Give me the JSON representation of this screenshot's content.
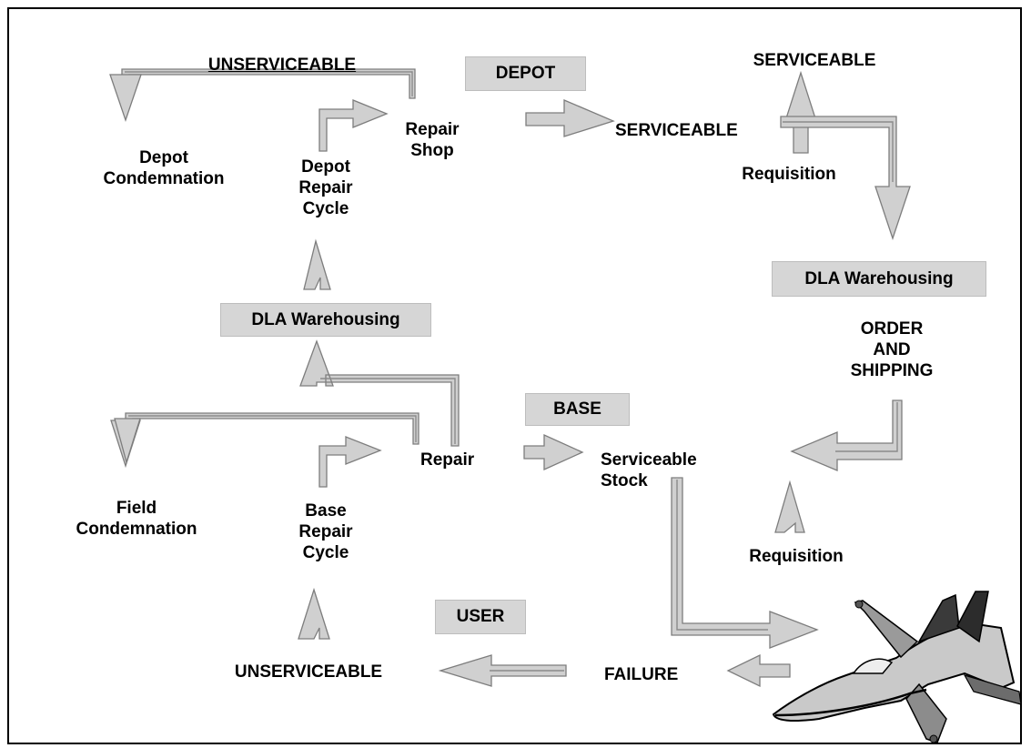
{
  "colors": {
    "arrow_fill": "#d0d0d0",
    "arrow_stroke": "#7d7d7d",
    "box_fill": "#d6d6d6",
    "ink": "#000000"
  },
  "levels": {
    "depot": "DEPOT",
    "base": "BASE",
    "user": "USER"
  },
  "depot": {
    "unserviceable_top": "UNSERVICEABLE",
    "repair_shop": "Repair\nShop",
    "serviceable_mid": "SERVICEABLE",
    "serviceable_top": "SERVICEABLE",
    "requisition": "Requisition",
    "condemnation": "Depot\nCondemnation",
    "repair_cycle": "Depot\nRepair\nCycle"
  },
  "warehousing": {
    "left": "DLA Warehousing",
    "right": "DLA Warehousing",
    "order_shipping": "ORDER\nAND\nSHIPPING"
  },
  "base": {
    "repair": "Repair",
    "serviceable_stock": "Serviceable\nStock",
    "field_condemnation": "Field\nCondemnation",
    "repair_cycle": "Base\nRepair\nCycle",
    "requisition": "Requisition"
  },
  "user": {
    "unserviceable": "UNSERVICEABLE",
    "failure": "FAILURE",
    "aircraft_icon": "fighter-jet-icon"
  }
}
